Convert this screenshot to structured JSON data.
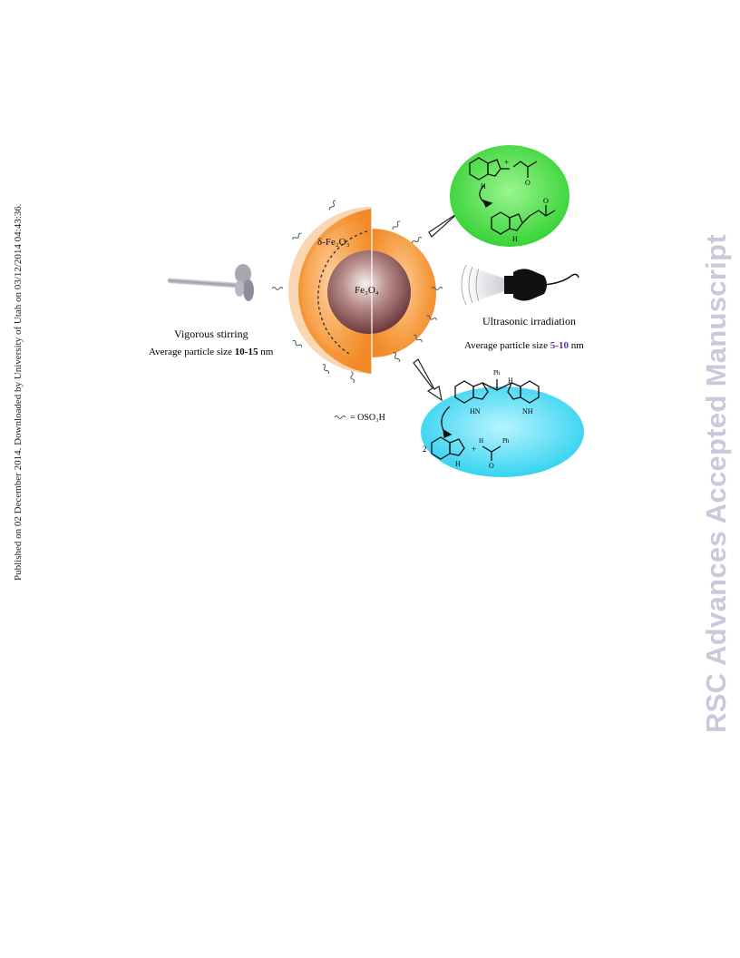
{
  "side_note": "Published on 02 December 2014. Downloaded by University of Utah on 03/12/2014 04:43:36.",
  "watermark": "RSC Advances Accepted Manuscript",
  "figure": {
    "shell_label": "δ-Fe₂O₃",
    "core_label": "Fe₃O₄",
    "left_method": "Vigorous stirring",
    "left_size_prefix": "Average particle size ",
    "left_size_value": "10-15",
    "left_size_unit": " nm",
    "right_method": "Ultrasonic irradiation",
    "right_size_prefix": "Average particle size ",
    "right_size_value": "5-10",
    "right_size_unit": " nm",
    "legend_text": "= OSO₃H",
    "colors": {
      "shell": "#f5a04a",
      "core": "#7b4a4c",
      "green_bubble": "#3dd83d",
      "cyan_bubble": "#36d6f0",
      "accent_value": "#6a2ca0"
    },
    "scheme_top": {
      "nh": "H",
      "o1": "O",
      "nh2": "H",
      "o2": "O",
      "plus": "+"
    },
    "scheme_bottom": {
      "ph1": "Ph",
      "h1": "H",
      "hn": "HN",
      "nh": "NH",
      "coeff": "2",
      "plus": "+",
      "h2": "H",
      "ph2": "Ph",
      "o": "O",
      "nh2": "H"
    }
  }
}
